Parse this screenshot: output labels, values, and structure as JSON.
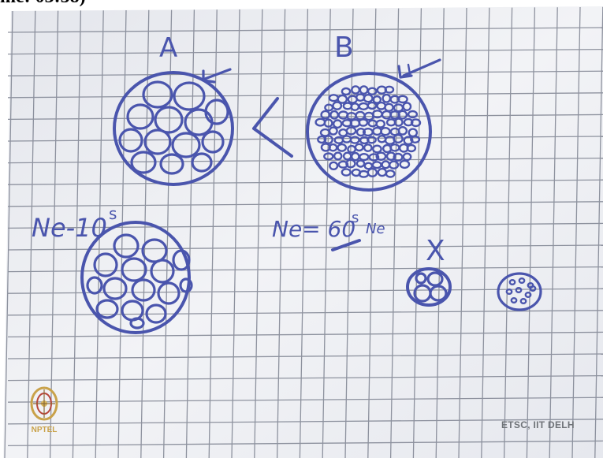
{
  "timestamp_fragment": "me: 03:58)",
  "handwritten_labels": {
    "label_a": "A",
    "label_b": "B",
    "comparison": "<",
    "ne_10": "Ne-10",
    "ne_10_superscript": "s",
    "ne_60": "Ne= 60",
    "ne_60_superscript": "s",
    "ne_60_suffix": "Ne",
    "cross_mark": "X"
  },
  "footer_credit": "ETSC, IIT DELH",
  "logo_text": "NPTEL",
  "colors": {
    "ink": "#4a55ad",
    "grid_line": "#7d8290",
    "paper": "#eef0f4",
    "footer": "#6f7378"
  }
}
